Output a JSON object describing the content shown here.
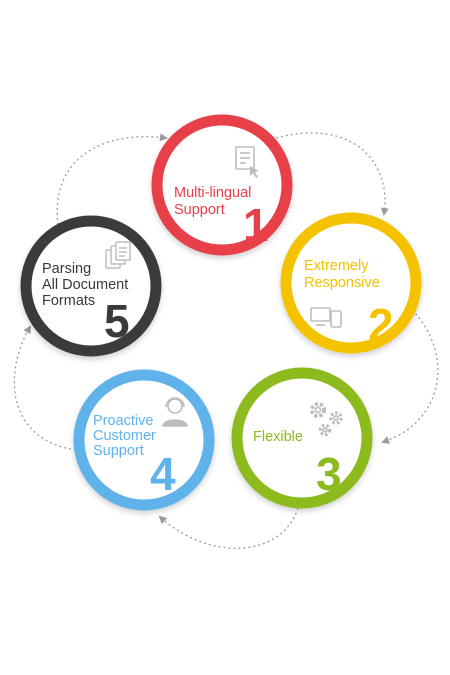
{
  "steps": [
    {
      "number": "1",
      "lines": [
        "Multi-lingual",
        "Support"
      ],
      "color": "#e8404a",
      "icon": "document-pointer-icon"
    },
    {
      "number": "2",
      "lines": [
        "Extremely",
        "Responsive"
      ],
      "color": "#f4c200",
      "icon": "devices-icon"
    },
    {
      "number": "3",
      "lines": [
        "Flexible"
      ],
      "color": "#8dba1f",
      "icon": "gears-icon"
    },
    {
      "number": "4",
      "lines": [
        "Proactive",
        "Customer",
        "Support"
      ],
      "color": "#5fb2ea",
      "icon": "support-agent-icon"
    },
    {
      "number": "5",
      "lines": [
        "Parsing",
        "All Document",
        "Formats"
      ],
      "color": "#3a3a3c",
      "icon": "documents-stack-icon"
    }
  ],
  "colors": {
    "arrow": "#9a9a9a",
    "icon": "#bdbdbd"
  }
}
